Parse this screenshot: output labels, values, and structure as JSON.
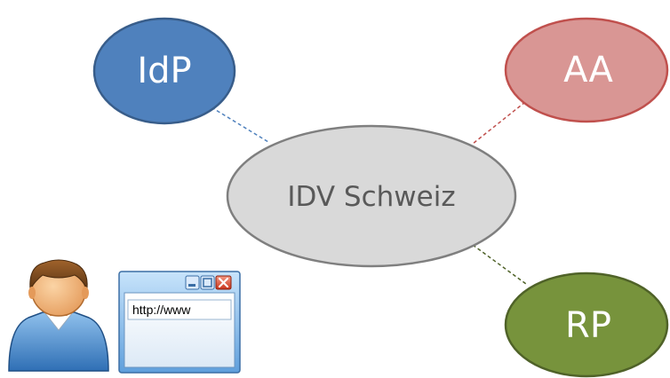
{
  "nodes": {
    "idp": {
      "label": "IdP",
      "fill": "#4f81bd",
      "stroke": "#385d8a"
    },
    "aa": {
      "label": "AA",
      "fill": "#d99694",
      "stroke": "#c0504d"
    },
    "center": {
      "label": "IDV Schweiz",
      "fill": "#d9d9d9",
      "stroke": "#7f7f7f"
    },
    "rp": {
      "label": "RP",
      "fill": "#77933c",
      "stroke": "#4f6228"
    }
  },
  "connectors": {
    "idp_color": "#4f81bd",
    "aa_color": "#c0504d",
    "rp_color": "#4f6228"
  },
  "browser": {
    "url": "http://www",
    "icon": "browser-window-icon"
  },
  "user": {
    "icon": "user-person-icon"
  }
}
